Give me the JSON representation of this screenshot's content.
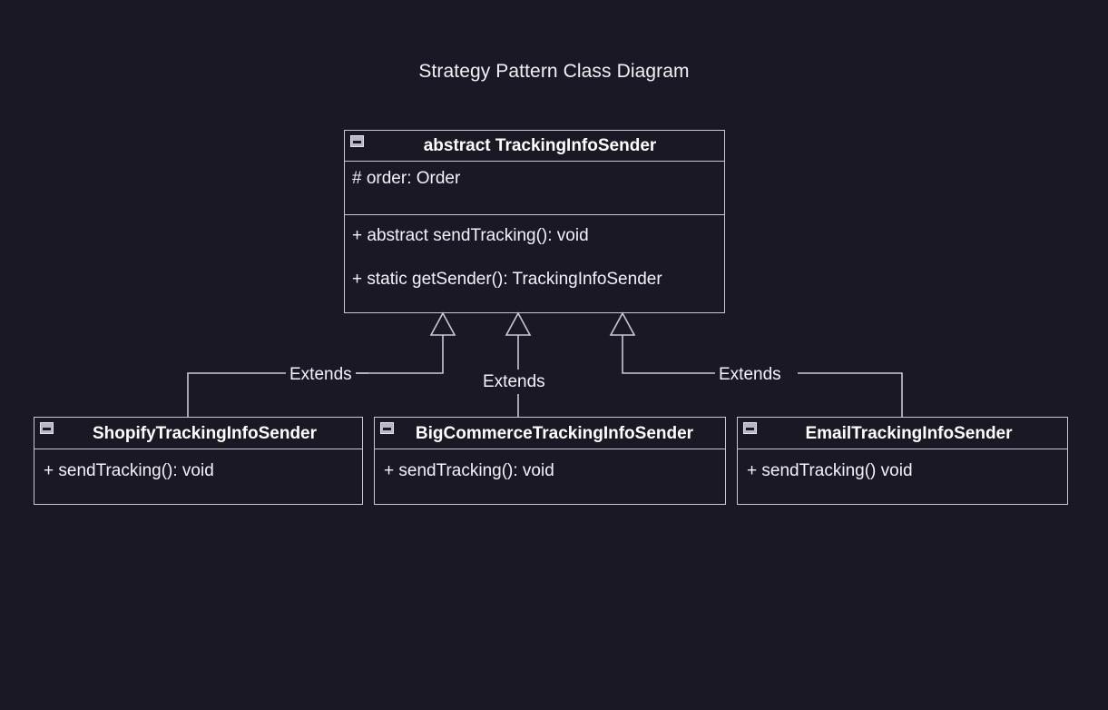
{
  "diagram": {
    "title": "Strategy Pattern Class Diagram",
    "type": "uml-class-diagram",
    "background_color": "#1a1824",
    "line_color": "#c9c7d6",
    "text_color": "#f4f2f8"
  },
  "parent_class": {
    "name": "abstract TrackingInfoSender",
    "collapse_icon": "minus-box-icon",
    "attributes": [
      {
        "text": "# order: Order"
      }
    ],
    "methods": [
      {
        "text": "+ abstract sendTracking(): void"
      },
      {
        "text": "+ static getSender(): TrackingInfoSender"
      }
    ]
  },
  "child_classes": [
    {
      "name": "ShopifyTrackingInfoSender",
      "collapse_icon": "minus-box-icon",
      "methods": [
        {
          "text": "+ sendTracking(): void"
        }
      ]
    },
    {
      "name": "BigCommerceTrackingInfoSender",
      "collapse_icon": "minus-box-icon",
      "methods": [
        {
          "text": "+ sendTracking(): void"
        }
      ]
    },
    {
      "name": "EmailTrackingInfoSender",
      "collapse_icon": "minus-box-icon",
      "methods": [
        {
          "text": "+ sendTracking() void"
        }
      ]
    }
  ],
  "relationships": [
    {
      "label": "Extends",
      "from": "ShopifyTrackingInfoSender",
      "to": "abstract TrackingInfoSender"
    },
    {
      "label": "Extends",
      "from": "BigCommerceTrackingInfoSender",
      "to": "abstract TrackingInfoSender"
    },
    {
      "label": "Extends",
      "from": "EmailTrackingInfoSender",
      "to": "abstract TrackingInfoSender"
    }
  ]
}
